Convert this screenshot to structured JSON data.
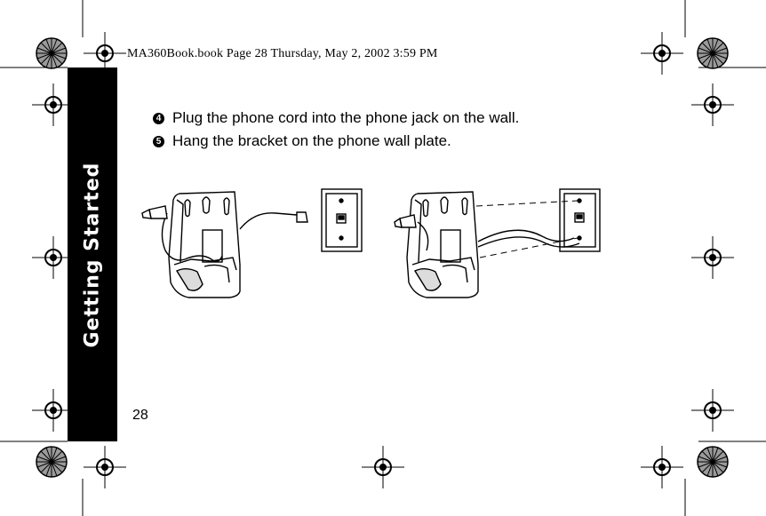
{
  "header": {
    "text": "MA360Book.book  Page 28  Thursday, May 2, 2002  3:59 PM"
  },
  "side_tab": {
    "label": "Getting Started"
  },
  "steps": [
    {
      "number": "4",
      "text": "Plug the phone cord into the phone jack on the wall."
    },
    {
      "number": "5",
      "text": "Hang the bracket on the phone wall plate."
    }
  ],
  "page_number": "28"
}
